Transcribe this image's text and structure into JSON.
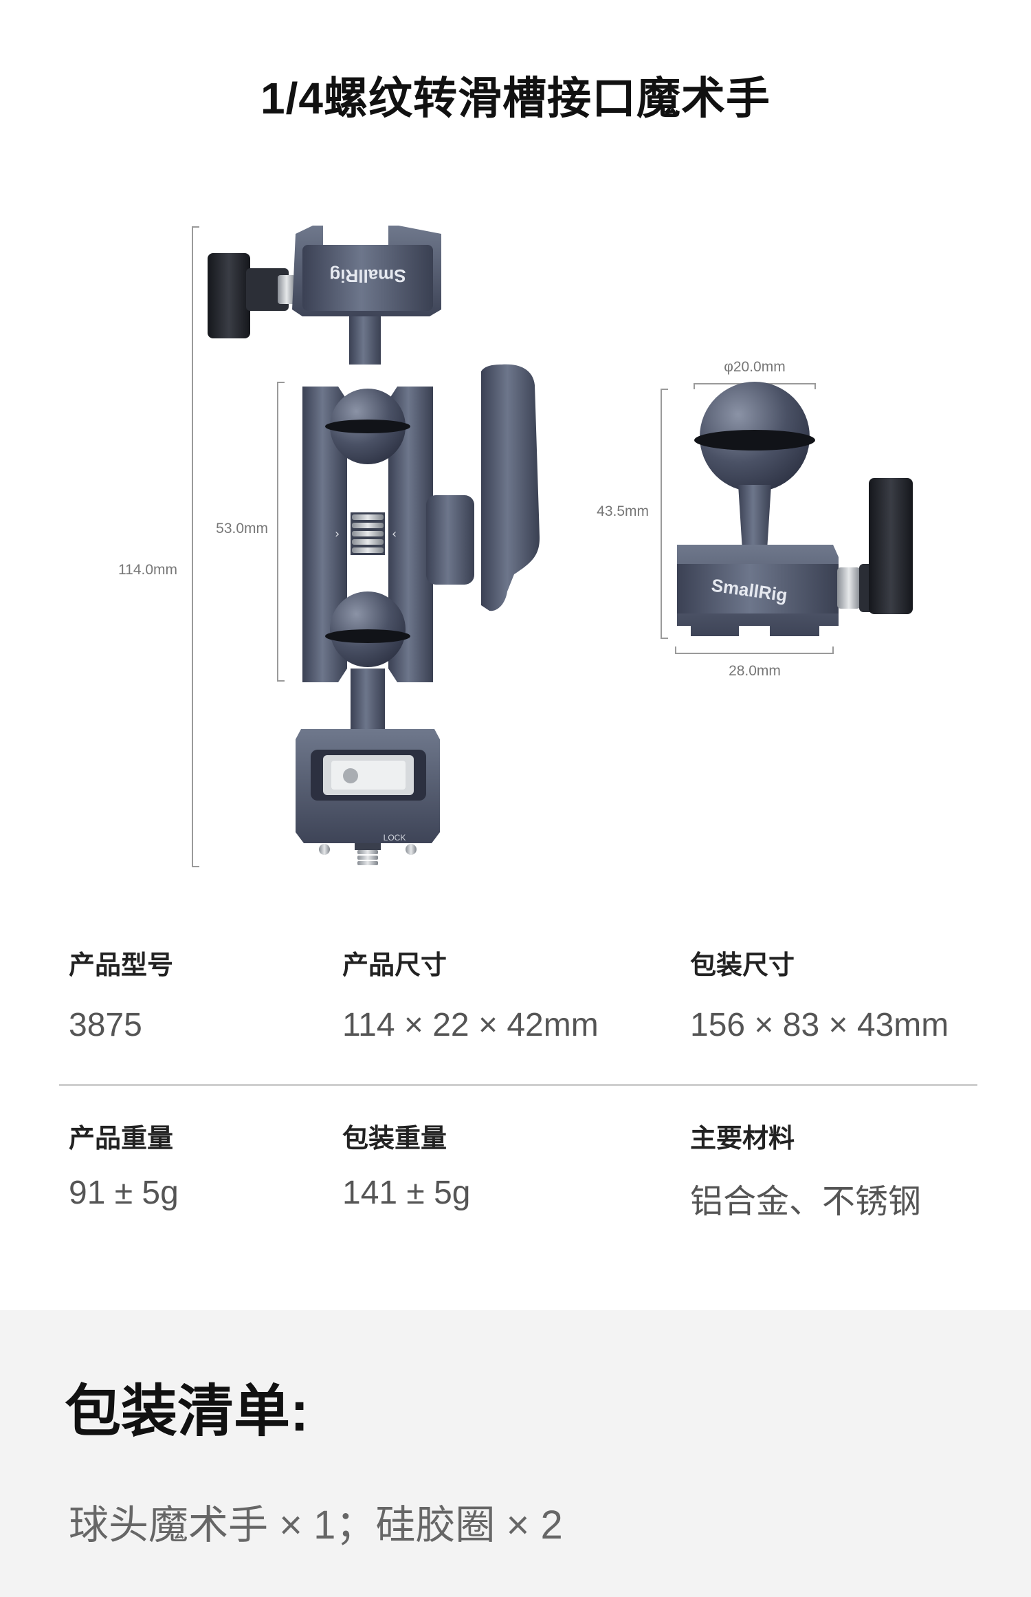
{
  "title": "1/4螺纹转滑槽接口魔术手",
  "diagram": {
    "brand": "SmallRig",
    "lock_text": "LOCK",
    "dims": {
      "total_height": "114.0mm",
      "arm_height": "53.0mm",
      "ball_diameter": "φ20.0mm",
      "side_height": "43.5mm",
      "side_width": "28.0mm"
    }
  },
  "specs": {
    "model": {
      "label": "产品型号",
      "value": "3875"
    },
    "size": {
      "label": "产品尺寸",
      "value": "114 × 22 × 42mm"
    },
    "pack_size": {
      "label": "包装尺寸",
      "value": "156 × 83 × 43mm"
    },
    "weight": {
      "label": "产品重量",
      "value": "91 ± 5g"
    },
    "pack_weight": {
      "label": "包装重量",
      "value": "141 ± 5g"
    },
    "material": {
      "label": "主要材料",
      "value": "铝合金、不锈钢"
    }
  },
  "packing": {
    "title": "包装清单:",
    "items": "球头魔术手 × 1；硅胶圈 × 2"
  },
  "colors": {
    "metal": "#4a5165",
    "metal_light": "#6b7387",
    "rubber": "#1a1c22",
    "background_gray": "#f3f3f3"
  }
}
